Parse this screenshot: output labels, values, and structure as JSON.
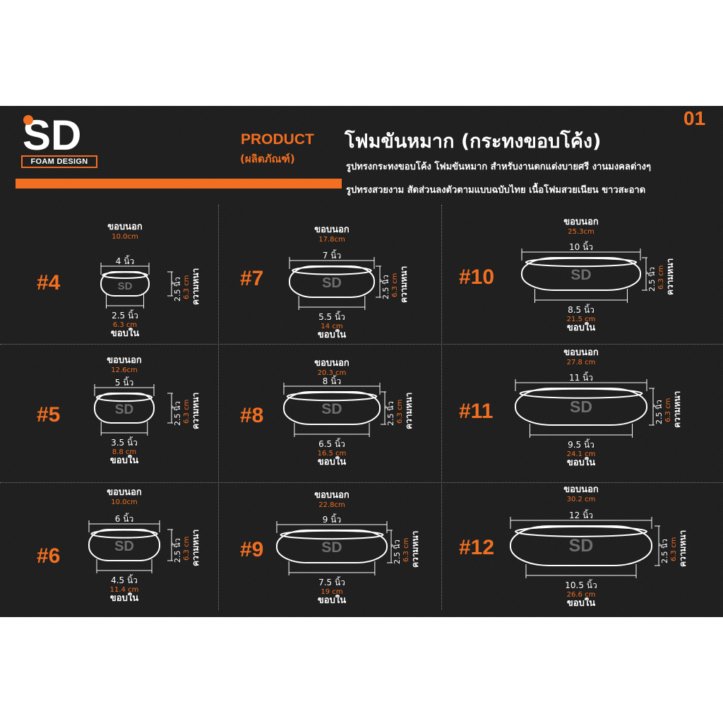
{
  "brand": {
    "logo_letters": "SD",
    "logo_name": "FOAM DESIGN",
    "accent": "#f26f21",
    "background": "#1f1f1f"
  },
  "page_number": "01",
  "header": {
    "product_en": "PRODUCT",
    "product_th": "(ผลิตภัณฑ์)",
    "title": "โฟมขันหมาก (กระทงขอบโค้ง)",
    "desc_line1": "รูปทรงกระทงขอบโค้ง โฟมขันหมาก สำหรับงานตกแต่งบายศรี งานมงคลต่างๆ",
    "desc_line2": "รูปทรงสวยงาม สัดส่วนลงตัวตามแบบฉบับไทย เนื้อโฟมสวยเนียน ขาวสะอาด"
  },
  "labels": {
    "outer": "ขอบนอก",
    "inner": "ขอบใน",
    "thickness": "ความหนา"
  },
  "products": [
    {
      "id": "#4",
      "outer_in": "4 นิ้ว",
      "outer_cm": "10.0cm",
      "inner_in": "2.5 นิ้ว",
      "inner_cm": "6.3 cm",
      "height_in": "2.5 นิ้ว",
      "height_cm": "6.3 cm"
    },
    {
      "id": "#5",
      "outer_in": "5 นิ้ว",
      "outer_cm": "12.6cm",
      "inner_in": "3.5 นิ้ว",
      "inner_cm": "8.8 cm",
      "height_in": "2.5 นิ้ว",
      "height_cm": "6.3 cm"
    },
    {
      "id": "#6",
      "outer_in": "6 นิ้ว",
      "outer_cm": "10.0cm",
      "inner_in": "4.5 นิ้ว",
      "inner_cm": "11.4 cm",
      "height_in": "2.5 นิ้ว",
      "height_cm": "6.3 cm"
    },
    {
      "id": "#7",
      "outer_in": "7 นิ้ว",
      "outer_cm": "17.8cm",
      "inner_in": "5.5 นิ้ว",
      "inner_cm": "14 cm",
      "height_in": "2.5 นิ้ว",
      "height_cm": "6.3 cm"
    },
    {
      "id": "#8",
      "outer_in": "8 นิ้ว",
      "outer_cm": "20.3 cm",
      "inner_in": "6.5 นิ้ว",
      "inner_cm": "16.5 cm",
      "height_in": "2.5 นิ้ว",
      "height_cm": "6.3 cm"
    },
    {
      "id": "#9",
      "outer_in": "9 นิ้ว",
      "outer_cm": "22.8cm",
      "inner_in": "7.5 นิ้ว",
      "inner_cm": "19 cm",
      "height_in": "2.5 นิ้ว",
      "height_cm": "6.3 cm"
    },
    {
      "id": "#10",
      "outer_in": "10 นิ้ว",
      "outer_cm": "25.3cm",
      "inner_in": "8.5 นิ้ว",
      "inner_cm": "21.5 cm",
      "height_in": "2.5 นิ้ว",
      "height_cm": "6.3 cm"
    },
    {
      "id": "#11",
      "outer_in": "11 นิ้ว",
      "outer_cm": "27.8 cm",
      "inner_in": "9.5 นิ้ว",
      "inner_cm": "24.1 cm",
      "height_in": "2.5 นิ้ว",
      "height_cm": "6.3 cm"
    },
    {
      "id": "#12",
      "outer_in": "12 นิ้ว",
      "outer_cm": "30.2 cm",
      "inner_in": "10.5 นิ้ว",
      "inner_cm": "26.6 cm",
      "height_in": "2.5 นิ้ว",
      "height_cm": "6.3 cm"
    }
  ]
}
